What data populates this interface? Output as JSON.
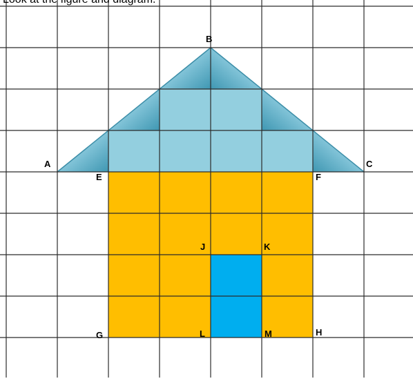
{
  "caption": "Look at the figure and diagram.",
  "colors": {
    "grid": "#2b2b2b",
    "roof_light": "#93cfdf",
    "roof_dark": "#4aa3bd",
    "walls": "#ffbe00",
    "door": "#00aeef"
  },
  "points": {
    "A": "A",
    "B": "B",
    "C": "C",
    "E": "E",
    "F": "F",
    "J": "J",
    "K": "K",
    "G": "G",
    "L": "L",
    "M": "M",
    "H": "H"
  }
}
